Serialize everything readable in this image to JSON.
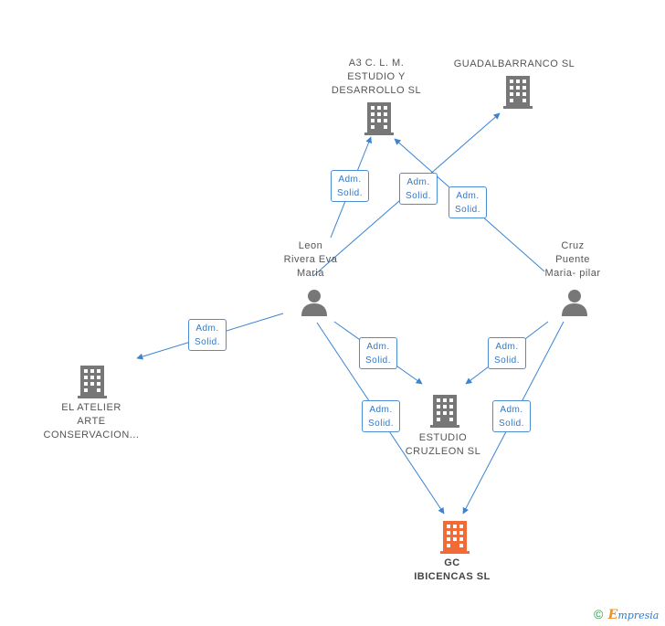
{
  "companies": {
    "a3": {
      "lines": [
        "A3 C.  L. M.",
        "ESTUDIO Y",
        "DESARROLLO SL"
      ],
      "icon": "building-icon",
      "color": "#777777"
    },
    "guadal": {
      "lines": [
        "GUADALBARRANCO SL"
      ],
      "icon": "building-icon",
      "color": "#777777"
    },
    "atelier": {
      "lines": [
        "EL ATELIER",
        "ARTE",
        "CONSERVACION..."
      ],
      "icon": "building-icon",
      "color": "#777777"
    },
    "estudio": {
      "lines": [
        "ESTUDIO",
        "CRUZLEON SL"
      ],
      "icon": "building-icon",
      "color": "#777777"
    },
    "gc": {
      "lines": [
        "GC",
        "IBICENCAS  SL"
      ],
      "icon": "building-icon",
      "color": "#f26a35"
    }
  },
  "persons": {
    "leon": {
      "lines": [
        "Leon",
        "Rivera Eva",
        "Maria"
      ],
      "icon": "person-icon",
      "color": "#777777"
    },
    "cruz": {
      "lines": [
        "Cruz",
        "Puente",
        "Maria- pilar"
      ],
      "icon": "person-icon",
      "color": "#777777"
    }
  },
  "relation": {
    "line1": "Adm.",
    "line2": "Solid."
  },
  "edge_color": "#3a84d1",
  "footer": {
    "copyright": "©",
    "brand_initial": "E",
    "brand_rest": "mpresia"
  }
}
